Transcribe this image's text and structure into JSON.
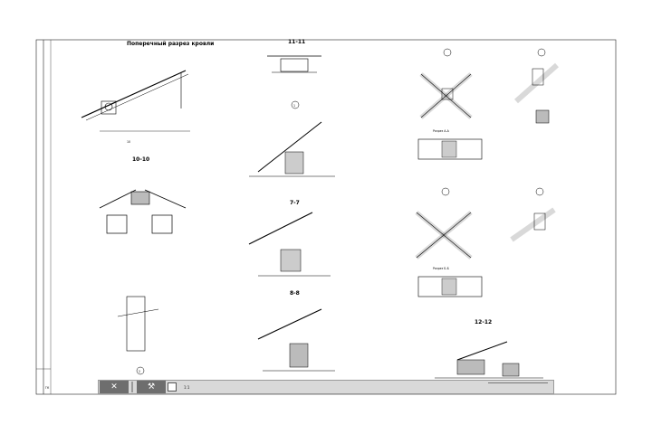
{
  "document": {
    "title_block": {
      "logo": "ГК"
    },
    "views": [
      {
        "id": "main",
        "title": "Поперечный разрез кровли"
      },
      {
        "id": "s11",
        "title": "11-11"
      },
      {
        "id": "n1",
        "title": "1"
      },
      {
        "id": "n2",
        "title": "2"
      },
      {
        "id": "s10",
        "title": "10-10"
      },
      {
        "id": "s7",
        "title": "7-7"
      },
      {
        "id": "s8",
        "title": "8-8"
      },
      {
        "id": "s12",
        "title": "12-12"
      },
      {
        "id": "cut_aa",
        "title": "Разрез А-А"
      },
      {
        "id": "cut_bb",
        "title": "Разрез Б-Б"
      }
    ]
  },
  "toolbar": {
    "buttons": [
      {
        "name": "close-button",
        "glyph": "✕"
      },
      {
        "name": "tools-button",
        "glyph": "⚒"
      }
    ],
    "zoom_label": "1:1"
  }
}
